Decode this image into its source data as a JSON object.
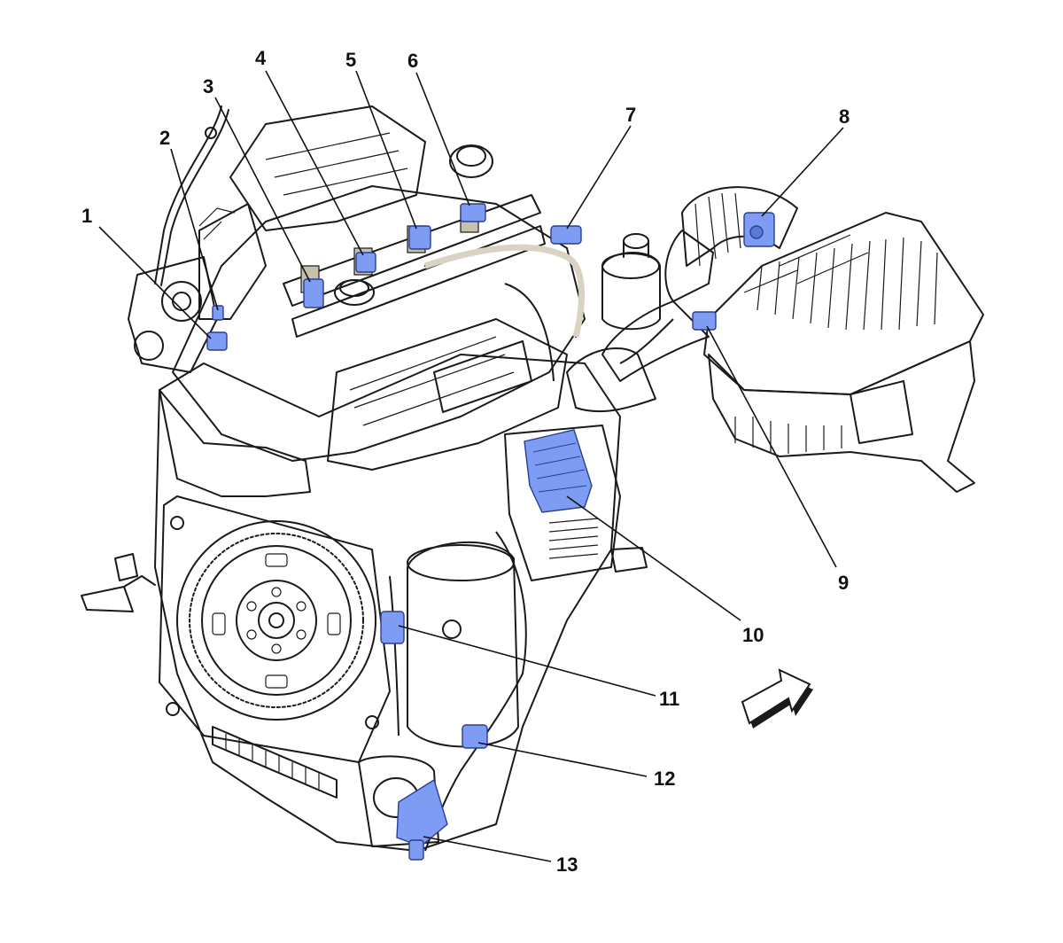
{
  "colors": {
    "engine_fill": "#d8d3c2",
    "engine_shade": "#c6c0ad",
    "engine_dark": "#b3ad98",
    "outline": "#1a1a1a",
    "highlight": "#7f9cf5",
    "background": "#ffffff"
  },
  "callouts": [
    {
      "id": "1",
      "label": "1"
    },
    {
      "id": "2",
      "label": "2"
    },
    {
      "id": "3",
      "label": "3"
    },
    {
      "id": "4",
      "label": "4"
    },
    {
      "id": "5",
      "label": "5"
    },
    {
      "id": "6",
      "label": "6"
    },
    {
      "id": "7",
      "label": "7"
    },
    {
      "id": "8",
      "label": "8"
    },
    {
      "id": "9",
      "label": "9"
    },
    {
      "id": "10",
      "label": "10"
    },
    {
      "id": "11",
      "label": "11"
    },
    {
      "id": "12",
      "label": "12"
    },
    {
      "id": "13",
      "label": "13"
    }
  ],
  "direction_arrow_icon": "arrow-right-icon"
}
